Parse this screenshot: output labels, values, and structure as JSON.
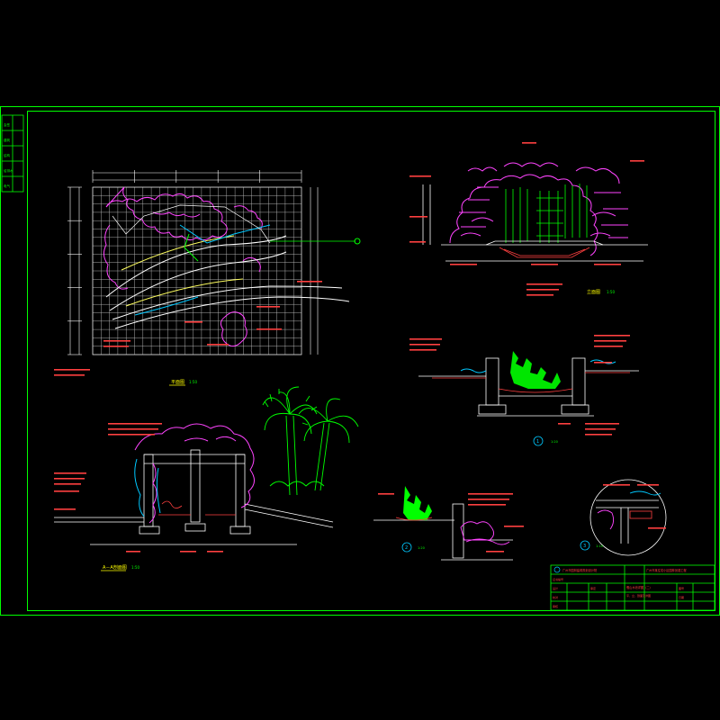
{
  "drawing": {
    "background": "#000000",
    "frame_color": "#00ff00",
    "colors": {
      "frame": "#00ff00",
      "grid": "#c8c8c8",
      "rock": "#ff44ff",
      "dimension": "#ff4040",
      "note": "#ff4040",
      "water": "#00c8ff",
      "plant": "#00ff00",
      "structure": "#ffffff",
      "leader": "#ffff00"
    }
  },
  "views": {
    "plan_title": "平面图",
    "plan_scale": "1:50",
    "elevation_title": "立面图",
    "elevation_scale": "1:50",
    "section_aa_title": "A－A剖面图",
    "section_aa_scale": "1:50",
    "detail1_num": "1",
    "detail1_scale": "1:20",
    "detail2_num": "2",
    "detail2_scale": "1:20",
    "detail3_num": "3",
    "detail3_scale": "1:10"
  },
  "title_block": {
    "company": "广州市园林建筑规划设计院",
    "project": "广州市某住宅小区园林景观工程",
    "sheet_name": "假山水池详图（二）",
    "sheet_sub": "平、立、剖面及详图",
    "cells": [
      "设计",
      "校对",
      "审核",
      "审定",
      "图号",
      "日期"
    ],
    "cert": "证书编号"
  },
  "left_strip": {
    "labels": [
      "会签",
      "建筑",
      "结构",
      "给排水",
      "电气"
    ]
  }
}
